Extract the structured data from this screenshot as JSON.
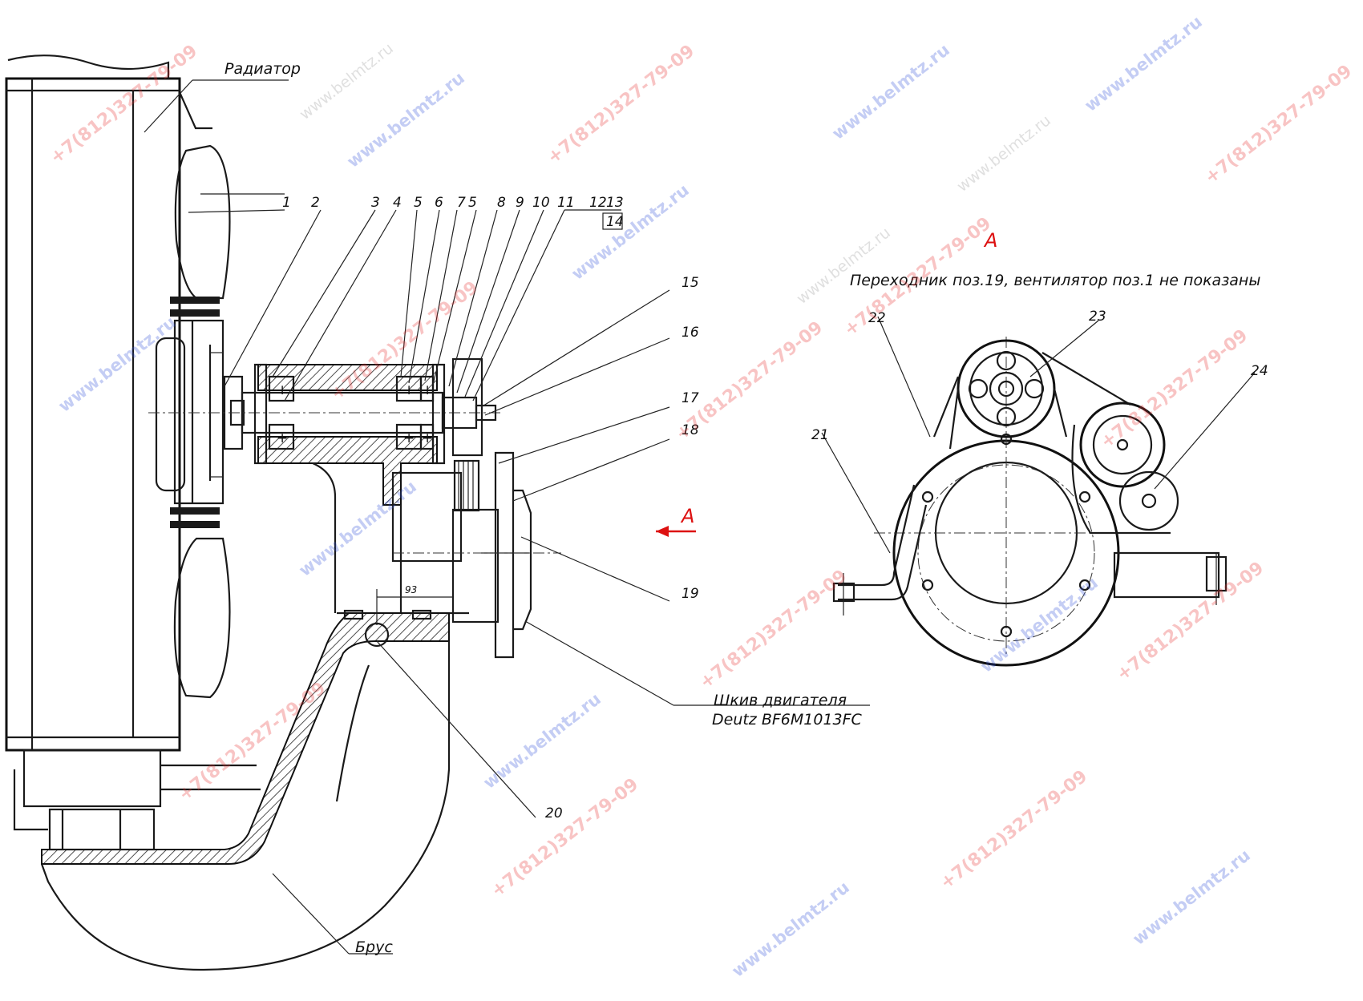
{
  "labels": {
    "radiator": "Радиатор",
    "beam": "Брус",
    "pulley_line1": "Шкив двигателя",
    "pulley_line2": "Deutz BF6M1013FC",
    "view_letter": "А",
    "view_arrow_letter": "А",
    "view_caption": "Переходник поз.19, вентилятор поз.1 не показаны",
    "dimension": "93"
  },
  "callouts": [
    "1",
    "2",
    "3",
    "4",
    "5",
    "6",
    "7",
    "5",
    "8",
    "9",
    "10",
    "11",
    "12",
    "13",
    "14",
    "15",
    "16",
    "17",
    "18",
    "19",
    "20",
    "21",
    "22",
    "23",
    "24"
  ],
  "watermarks": {
    "phone": "+7(812)327-79-09",
    "site": "www.belmtz.ru"
  },
  "colors": {
    "line": "#1a1a1a",
    "accent_red": "#dd1111",
    "watermark_red": "#e83030",
    "watermark_blue": "#3050d8"
  }
}
